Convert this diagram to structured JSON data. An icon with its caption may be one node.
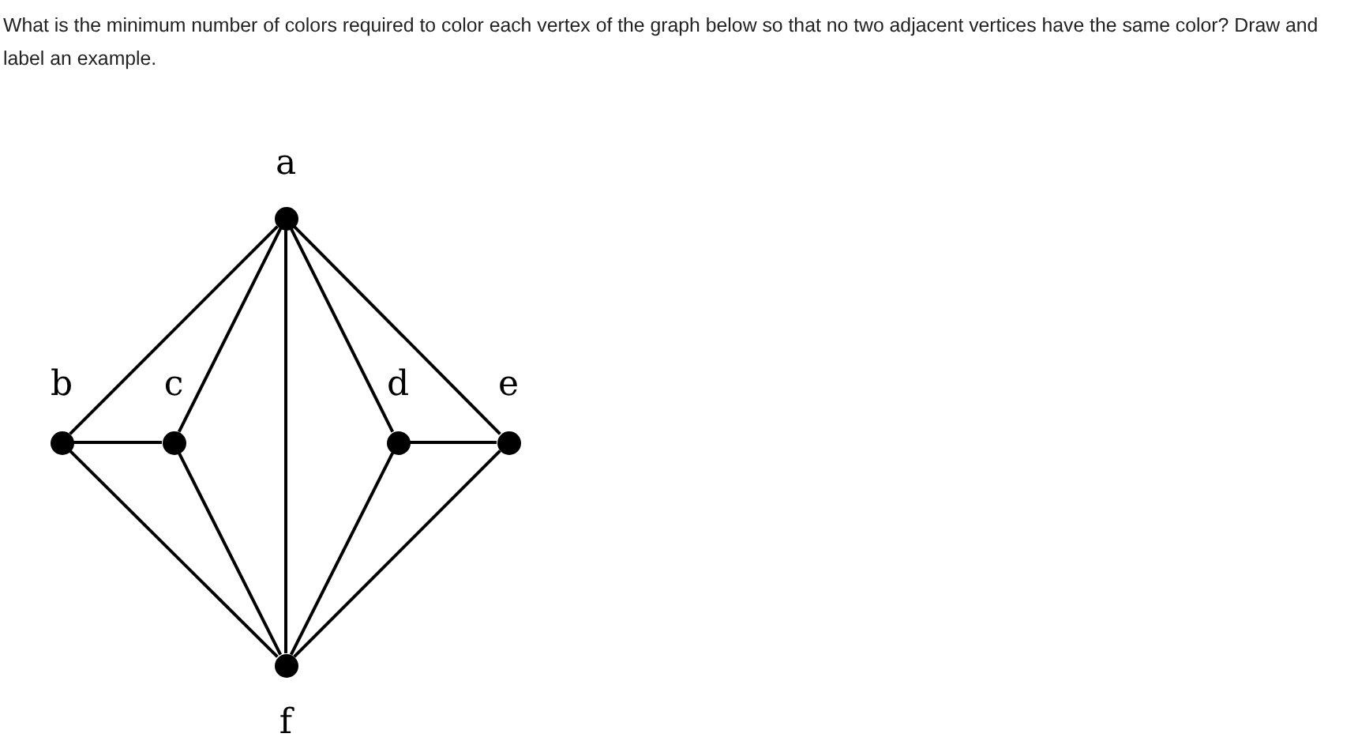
{
  "diagram": {
    "title": "What is the minimum number of colors required to color each vertex of the graph below so that no two adjacent vertices have the same color? Draw and label an example.",
    "nodes": [
      {
        "text": [],
        "shape": "circle",
        "beside": [
          "a"
        ]
      },
      {
        "text": [],
        "shape": "circle",
        "beside": [
          "b"
        ]
      },
      {
        "text": [],
        "shape": "circle",
        "beside": [
          "c"
        ]
      },
      {
        "text": [],
        "shape": "circle",
        "beside": [
          "d"
        ]
      },
      {
        "text": [],
        "shape": "circle",
        "beside": [
          "e"
        ]
      },
      {
        "text": [],
        "shape": "circle",
        "beside": [
          "f"
        ]
      }
    ],
    "edges": [
      {
        "from": 0,
        "to": 1,
        "arrow": "none"
      },
      {
        "from": 0,
        "to": 2,
        "arrow": "none"
      },
      {
        "from": 0,
        "to": 5,
        "arrow": "none"
      },
      {
        "from": 0,
        "to": 3,
        "arrow": "none"
      },
      {
        "from": 0,
        "to": 4,
        "arrow": "none"
      },
      {
        "from": 1,
        "to": 2,
        "arrow": "none"
      },
      {
        "from": 1,
        "to": 5,
        "arrow": "none"
      },
      {
        "from": 2,
        "to": 5,
        "arrow": "none"
      },
      {
        "from": 3,
        "to": 4,
        "arrow": "none"
      },
      {
        "from": 3,
        "to": 5,
        "arrow": "none"
      },
      {
        "from": 4,
        "to": 5,
        "arrow": "none"
      }
    ]
  }
}
